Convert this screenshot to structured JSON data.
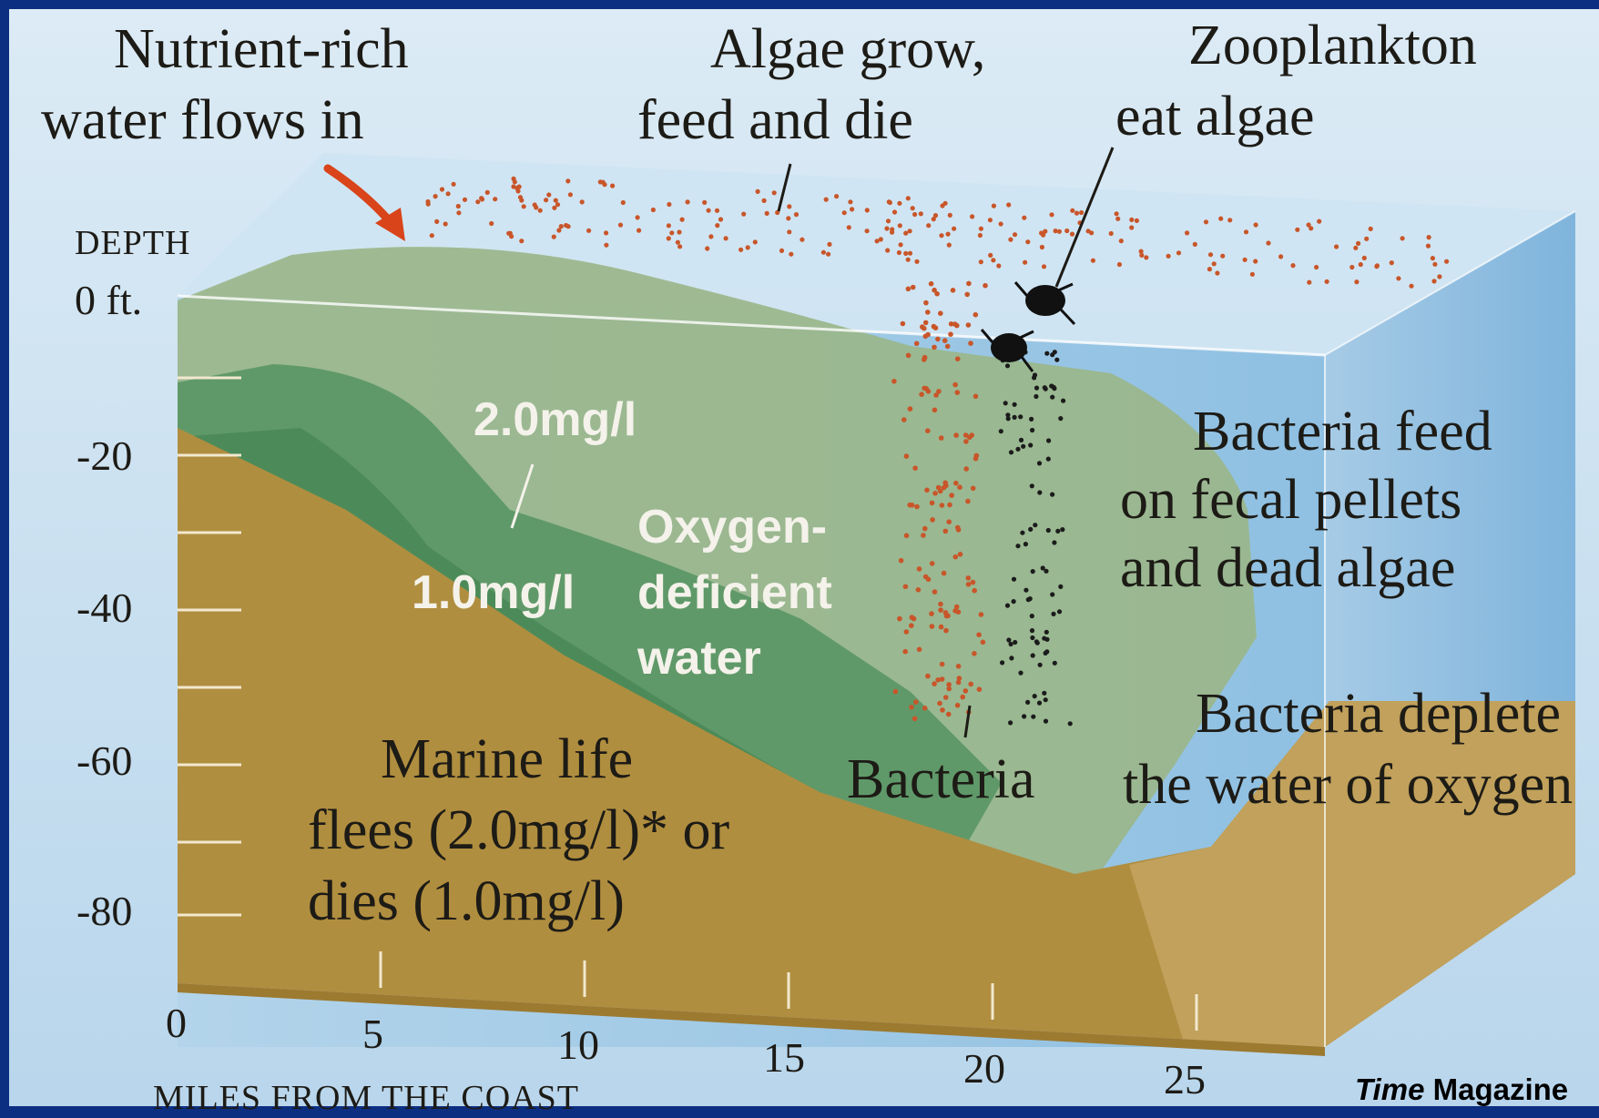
{
  "labels": {
    "nutrient_line1": "Nutrient-rich",
    "nutrient_line2": "water flows in",
    "algae_line1": "Algae grow,",
    "algae_line2": "feed and die",
    "zoo_line1": "Zooplankton",
    "zoo_line2": "eat algae",
    "depth_title": "DEPTH",
    "depth_zero": "0 ft.",
    "depth_20": "-20",
    "depth_40": "-40",
    "depth_60": "-60",
    "depth_80": "-80",
    "conc_2": "2.0mg/l",
    "conc_1": "1.0mg/l",
    "oxy_line1": "Oxygen-",
    "oxy_line2": "deficient",
    "oxy_line3": "water",
    "bact_feed_line1": "Bacteria feed",
    "bact_feed_line2": "on fecal pellets",
    "bact_feed_line3": "and dead algae",
    "bact_deplete_line1": "Bacteria deplete",
    "bact_deplete_line2": "the water of oxygen",
    "bacteria": "Bacteria",
    "marine_line1": "Marine life",
    "marine_line2": "flees (2.0mg/l)* or",
    "marine_line3": "dies (1.0mg/l)",
    "miles_0": "0",
    "miles_5": "5",
    "miles_10": "10",
    "miles_15": "15",
    "miles_20": "20",
    "miles_25": "25",
    "miles_title": "MILES FROM THE COAST"
  },
  "credit": {
    "italic": "Time",
    "rest": " Magazine"
  },
  "colors": {
    "frame": "#0d2f82",
    "sky": "#c7dff0",
    "water_light": "#a9cfe8",
    "seabed": "#b08e3f",
    "hypoxic_light": "#8fac7f",
    "hypoxic_dark": "#4f8e5d",
    "algae_dots": "#c8562a",
    "arrow": "#d9441a"
  },
  "icons": [
    "red-arrow-icon",
    "zooplankton-icon"
  ]
}
